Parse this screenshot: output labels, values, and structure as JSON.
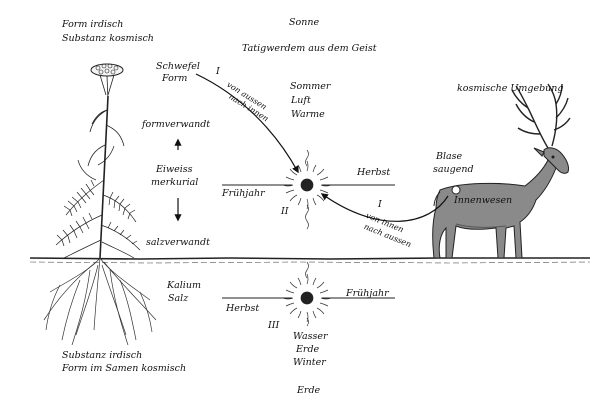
{
  "labels": {
    "form_irdisch": "Form irdisch",
    "substanz_kosmisch": "Substanz kosmisch",
    "sonne": "Sonne",
    "tatigwerdem": "Tatigwerdem aus dem Geist",
    "schwefel": "Schwefel",
    "form": "Form",
    "numeral_i_top": "I",
    "von_aussen": "von aussen",
    "nach_innen": "nach innen",
    "sommer": "Sommer",
    "luft": "Luft",
    "warme": "Warme",
    "kosmische_umgebung": "kosmische Umgebung",
    "formverwandt": "formverwandt",
    "eiweiss": "Eiweiss",
    "merkurial": "merkurial",
    "herbst_top": "Herbst",
    "blase": "Blase",
    "saugend": "saugend",
    "fruhjahr_top": "Frühjahr",
    "numeral_ii": "II",
    "innenwesen": "Innenwesen",
    "numeral_i_right": "I",
    "von_innen": "von innen",
    "nach_aussen": "nach aussen",
    "salzverwandt": "salzverwandt",
    "kalium": "Kalium",
    "salz": "Salz",
    "fruhjahr_bottom": "Frühjahr",
    "herbst_bottom": "Herbst",
    "numeral_iii": "III",
    "wasser": "Wasser",
    "erde_small": "Erde",
    "winter": "Winter",
    "substanz_irdisch": "Substanz irdisch",
    "form_im_samen": "Form im Samen kosmisch",
    "erde_bottom": "Erde"
  }
}
